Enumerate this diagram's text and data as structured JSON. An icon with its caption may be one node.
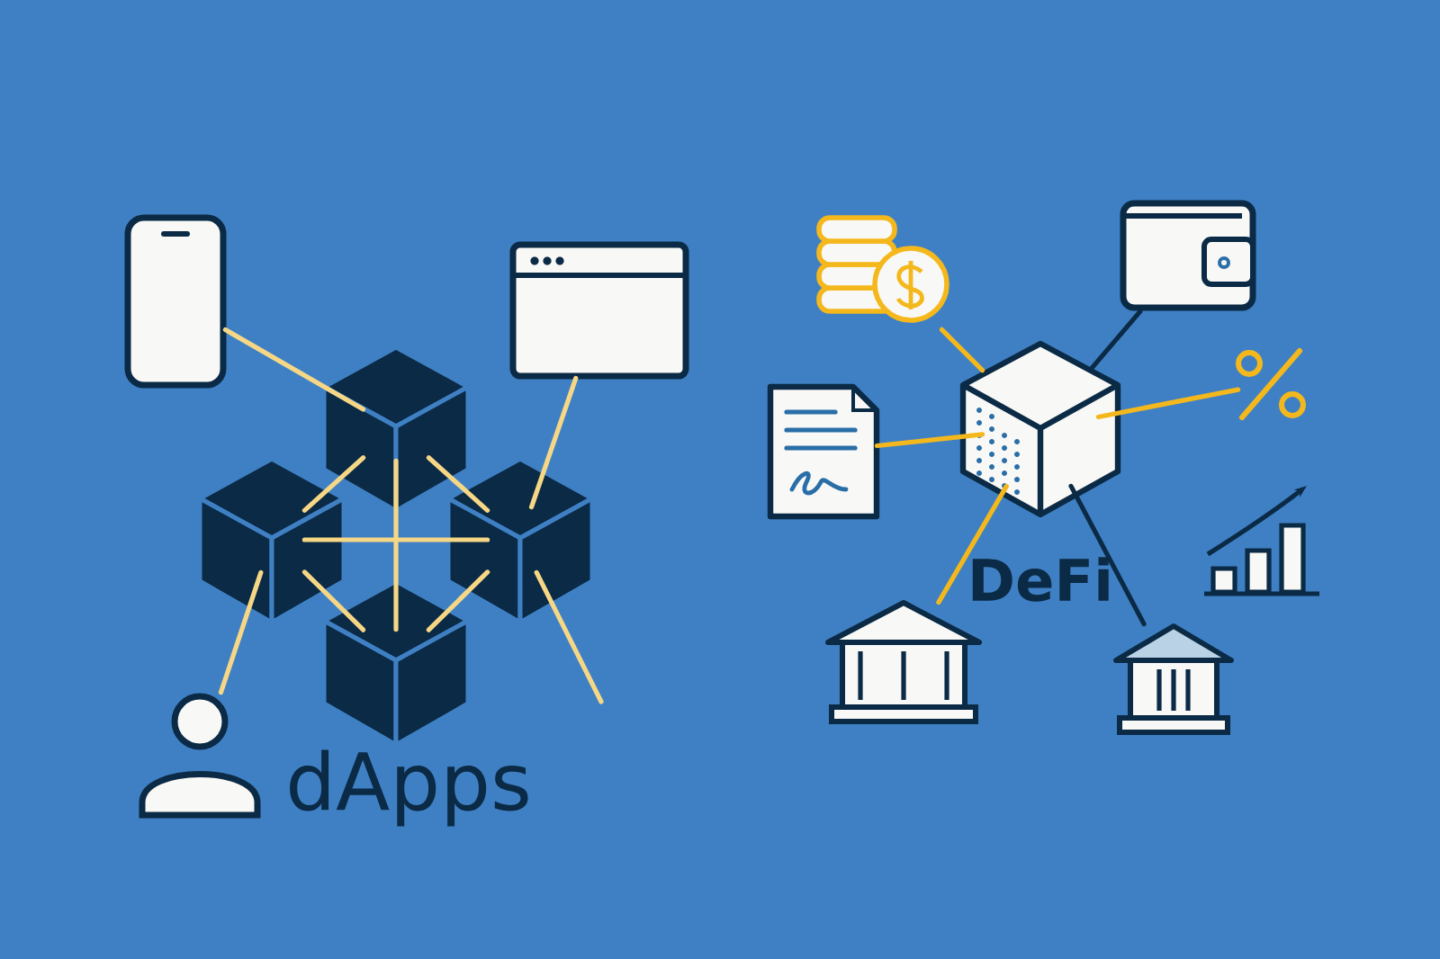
{
  "diagram": {
    "nodes": [
      {
        "text": [],
        "shape": "picture"
      },
      {
        "text": [],
        "shape": "picture"
      },
      {
        "text": [],
        "shape": "picture"
      },
      {
        "text": [],
        "shape": "picture"
      },
      {
        "text": [],
        "shape": "picture"
      },
      {
        "text": [],
        "shape": "picture"
      },
      {
        "text": [],
        "shape": "picture"
      },
      {
        "text": [],
        "shape": "picture"
      },
      {
        "text": [],
        "shape": "picture"
      },
      {
        "text": [],
        "shape": "picture"
      },
      {
        "text": [],
        "shape": "picture"
      },
      {
        "text": [],
        "shape": "picture"
      },
      {
        "text": [],
        "shape": "picture"
      },
      {
        "text": [],
        "shape": "picture"
      },
      {
        "text": [],
        "shape": "picture"
      }
    ],
    "edges": [
      {
        "from": 0,
        "to": 2,
        "arrow": "none"
      },
      {
        "from": 1,
        "to": 4,
        "arrow": "none"
      },
      {
        "from": 2,
        "to": 3,
        "arrow": "none"
      },
      {
        "from": 2,
        "to": 4,
        "arrow": "none"
      },
      {
        "from": 3,
        "to": 4,
        "arrow": "none"
      },
      {
        "from": 2,
        "to": 5,
        "arrow": "none"
      },
      {
        "from": 3,
        "to": 5,
        "arrow": "none"
      },
      {
        "from": 4,
        "to": 5,
        "arrow": "none"
      },
      {
        "from": 6,
        "to": 3,
        "arrow": "none"
      },
      {
        "from": 4,
        "to": null,
        "arrow": "none"
      },
      {
        "from": 7,
        "to": 10,
        "arrow": "none",
        "color": "#f4b81c"
      },
      {
        "from": 8,
        "to": 10,
        "arrow": "none",
        "color": "#0b2a45"
      },
      {
        "from": 9,
        "to": 10,
        "arrow": "none",
        "color": "#f4b81c"
      },
      {
        "from": 10,
        "to": 11,
        "arrow": "none",
        "color": "#f4b81c"
      },
      {
        "from": 10,
        "to": 13,
        "arrow": "none",
        "color": "#f4b81c"
      },
      {
        "from": 10,
        "to": 14,
        "arrow": "none",
        "color": "#0b2a45"
      }
    ],
    "labels": [
      "dApps",
      "DeFi"
    ]
  }
}
